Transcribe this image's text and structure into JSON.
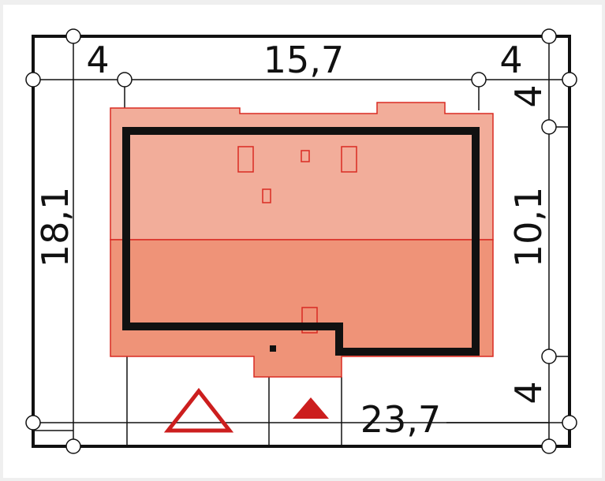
{
  "dimensions": {
    "top_left": "4",
    "top_middle": "15,7",
    "top_right": "4",
    "left_total": "18,1",
    "right_top": "4",
    "right_middle": "10,1",
    "right_bottom": "4",
    "bottom_width": "23,7"
  },
  "colors": {
    "background": "#efefef",
    "plot": "#ffffff",
    "line": "#111111",
    "roof_upper": "#f2ad9a",
    "roof_lower": "#ef9378",
    "roof_outline": "#d92b22",
    "triangle": "#cc1e1e"
  },
  "icons": [
    "entrance-triangle-outline-icon",
    "entrance-triangle-filled-icon"
  ]
}
